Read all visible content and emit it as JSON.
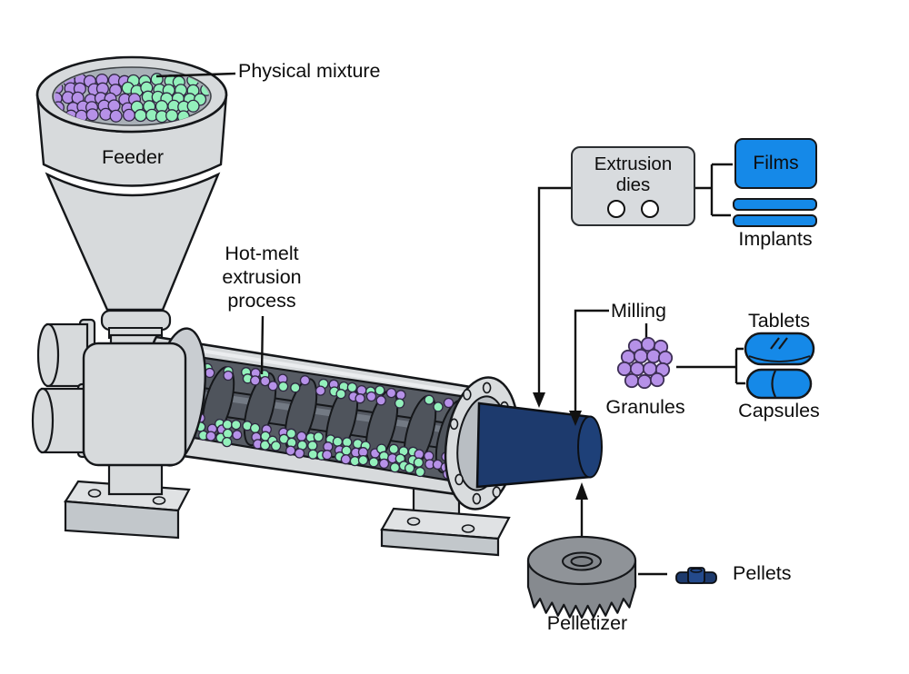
{
  "diagram": {
    "feeder_label": "Feeder",
    "physical_mixture_label": "Physical mixture",
    "process_label": "Hot-melt\nextrusion\nprocess",
    "extrusion_dies_label": "Extrusion\ndies",
    "milling_label": "Milling",
    "granules_label": "Granules",
    "pelletizer_label": "Pelletizer",
    "pellets_label": "Pellets",
    "products": {
      "films": "Films",
      "implants": "Implants",
      "tablets": "Tablets",
      "capsules": "Capsules"
    }
  },
  "colors": {
    "product_blue": "#1589e8",
    "die_navy": "#1d3a6d",
    "bead_purple": "#b691e8",
    "bead_green": "#93f0bb",
    "machine_gray": "#d7dadc",
    "machine_gray_dark": "#c2c7cb",
    "barrel_interior": "#575c64",
    "screw_gray": "#4f545c",
    "pelletizer_gray": "#868a8f",
    "outline": "#15171a",
    "dies_box_gray": "#d8dbde",
    "label_black": "#0d0d0d"
  }
}
